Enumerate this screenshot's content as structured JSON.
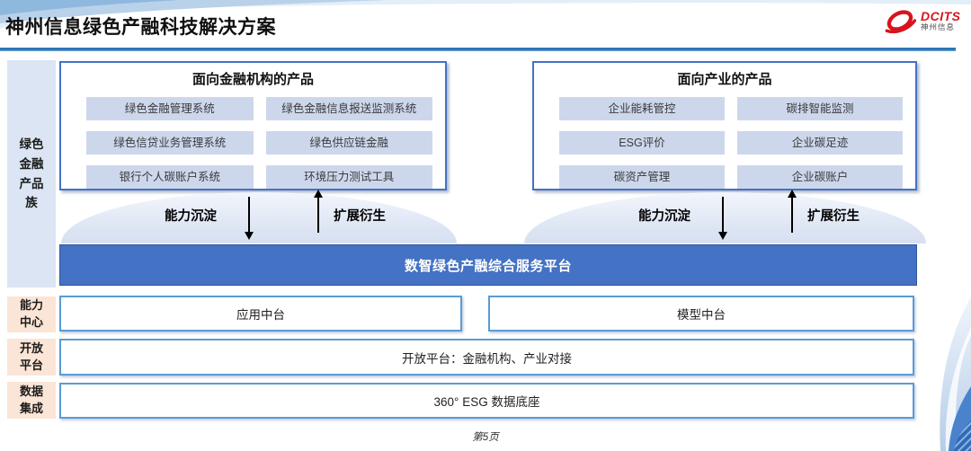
{
  "header": {
    "title": "神州信息绿色产融科技解决方案",
    "logo_brand": "DCITS",
    "logo_subtext": "神州信息"
  },
  "left_rail": {
    "product_family": "绿色金融产品族",
    "capability_center": "能力中心",
    "open_platform": "开放平台",
    "data_integration": "数据集成"
  },
  "groups": [
    {
      "title": "面向金融机构的产品",
      "items": [
        "绿色金融管理系统",
        "绿色金融信息报送监测系统",
        "绿色信贷业务管理系统",
        "绿色供应链金融",
        "银行个人碳账户系统",
        "环境压力测试工具"
      ]
    },
    {
      "title": "面向产业的产品",
      "items": [
        "企业能耗管控",
        "碳排智能监测",
        "ESG评价",
        "企业碳足迹",
        "碳资产管理",
        "企业碳账户"
      ]
    }
  ],
  "flows": {
    "settle_label": "能力沉淀",
    "derive_label": "扩展衍生"
  },
  "platform": {
    "label": "数智绿色产融综合服务平台"
  },
  "middle_layers": [
    {
      "label": "应用中台"
    },
    {
      "label": "模型中台"
    }
  ],
  "open_platform_bar": {
    "label": "开放平台：金融机构、产业对接"
  },
  "data_base_bar": {
    "label": "360° ESG 数据底座"
  },
  "footer": {
    "page_number": "第5页"
  },
  "colors": {
    "accent_blue": "#4472C4",
    "border_blue": "#5B9BD5",
    "panel_light_blue": "#DBE5F3",
    "item_light_blue": "#CDD7EC",
    "peach": "#FBE5D6",
    "header_line_blue": "#2E75B6",
    "logo_red": "#D7141E"
  }
}
